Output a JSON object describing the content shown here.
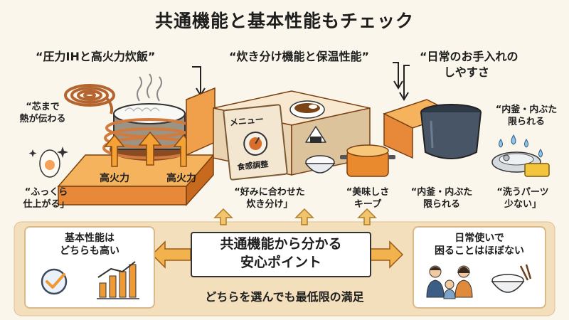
{
  "title": "共通機能と基本性能もチェック",
  "headers": {
    "pressure_ih": "“圧力IHと高火力炊飯”",
    "cooking_modes": "“炊き分け機能と保温性能”",
    "daily_care_line1": "“日常のお手入れの",
    "daily_care_line2": "しやすさ"
  },
  "left": {
    "quote_core_line1": "“芯まで",
    "quote_core_line2": "熱が伝わる",
    "quote_fluffy_line1": "“ふっくら",
    "quote_fluffy_line2": "仕上がる」",
    "heat_label_1": "高火力",
    "heat_label_2": "高火力"
  },
  "middle": {
    "menu_label": "メニュー",
    "dial_label": "食感調整",
    "quote_preference_line1": "“好みに合わせた",
    "quote_preference_line2": "炊き分け」",
    "quote_keep_line1": "“美味しさ",
    "quote_keep_line2": "キープ"
  },
  "right": {
    "quote_parts_top_line1": "“内釜・内ぶた",
    "quote_parts_top_line2": "限られる",
    "quote_parts_line1": "“内釜・内ぶた",
    "quote_parts_line2": "限られる",
    "quote_wash_line1": "“洗うパーツ",
    "quote_wash_line2": "少ない」"
  },
  "bottom": {
    "basic_perf_line1": "基本性能は",
    "basic_perf_line2": "どちらも高い",
    "center_line1": "共通機能から分かる",
    "center_line2": "安心ポイント",
    "daily_use_line1": "日常使いで",
    "daily_use_line2": "困ることはほぼない",
    "conclusion": "どちらを選んでも最低限の満足"
  },
  "colors": {
    "background": "#fbf6ec",
    "orange": "#f0a04b",
    "orange_dark": "#c86a1e",
    "copper": "#c57a45",
    "panel_border": "#d9b98a",
    "pot_dark": "#3a4654"
  },
  "icons": [
    "coil-icon",
    "rice-cooker-icon",
    "heat-arrow-icon",
    "rice-grain-icon",
    "menu-card-icon",
    "dial-icon",
    "curry-icon",
    "onigiri-icon",
    "rice-bowl-icon",
    "orange-pot-icon",
    "inner-pot-icon",
    "lid-icon",
    "sponge-icon",
    "water-drop-icon",
    "checkmark-icon",
    "bar-chart-icon",
    "family-icon",
    "chopsticks-icon",
    "double-arrow-icon"
  ]
}
